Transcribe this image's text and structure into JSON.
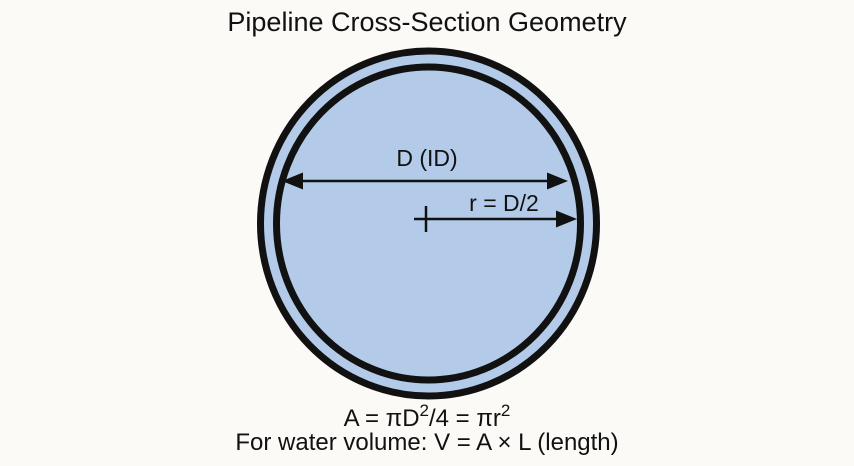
{
  "title": "Pipeline Cross-Section Geometry",
  "diagram": {
    "diameter_label": "D (ID)",
    "radius_label": "r = D/2"
  },
  "formulas": {
    "area_prefix": "A = πD",
    "area_sup1": "2",
    "area_mid": "/4 = πr",
    "area_sup2": "2",
    "volume": "For water volume: V = A × L (length)"
  },
  "colors": {
    "background": "#fbfaf7",
    "pipe_fill": "#b3cbe8",
    "line": "#111111"
  }
}
